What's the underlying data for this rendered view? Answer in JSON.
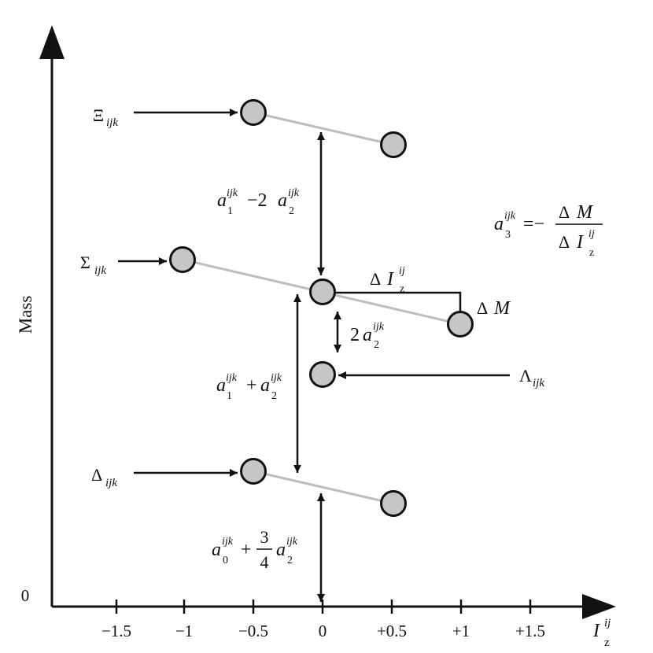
{
  "axes": {
    "y_label": "Mass",
    "origin_label": "0",
    "x_label_main": "I",
    "x_label_sup": "ij",
    "x_label_sub": "z",
    "x_ticks": [
      "−1.5",
      "−1",
      "−0.5",
      "0",
      "+0.5",
      "+1",
      "+1.5"
    ]
  },
  "levels": {
    "xi": {
      "symbol": "Ξ",
      "sub": "ijk"
    },
    "sigma": {
      "symbol": "Σ",
      "sub": "ijk"
    },
    "lambda": {
      "symbol": "Λ",
      "sub": "ijk"
    },
    "delta": {
      "symbol": "Δ",
      "sub": "ijk"
    }
  },
  "annotations": {
    "a1m2a2": {
      "a": "a",
      "sup1": "ijk",
      "sub1": "1",
      "op": "−2",
      "a2": "a",
      "sup2": "ijk",
      "sub2": "2"
    },
    "a1pa2": {
      "a": "a",
      "sup1": "ijk",
      "sub1": "1",
      "op": "+",
      "a2": "a",
      "sup2": "ijk",
      "sub2": "2"
    },
    "two_a2": {
      "coef": "2",
      "a": "a",
      "sup": "ijk",
      "sub": "2"
    },
    "a0": {
      "a": "a",
      "sup1": "ijk",
      "sub1": "0",
      "op": "+",
      "num": "3",
      "den": "4",
      "a2": "a",
      "sup2": "ijk",
      "sub2": "2"
    },
    "delta_iz": {
      "d": "Δ",
      "i": "I",
      "sup": "ij",
      "sub": "z"
    },
    "delta_m": {
      "d": "Δ",
      "m": "M"
    },
    "a3": {
      "a": "a",
      "sup": "ijk",
      "sub": "3",
      "eq": "=−",
      "num_d": "Δ",
      "num_m": "M",
      "den_d": "Δ",
      "den_i": "I",
      "den_sup": "ij",
      "den_sub": "z"
    }
  }
}
